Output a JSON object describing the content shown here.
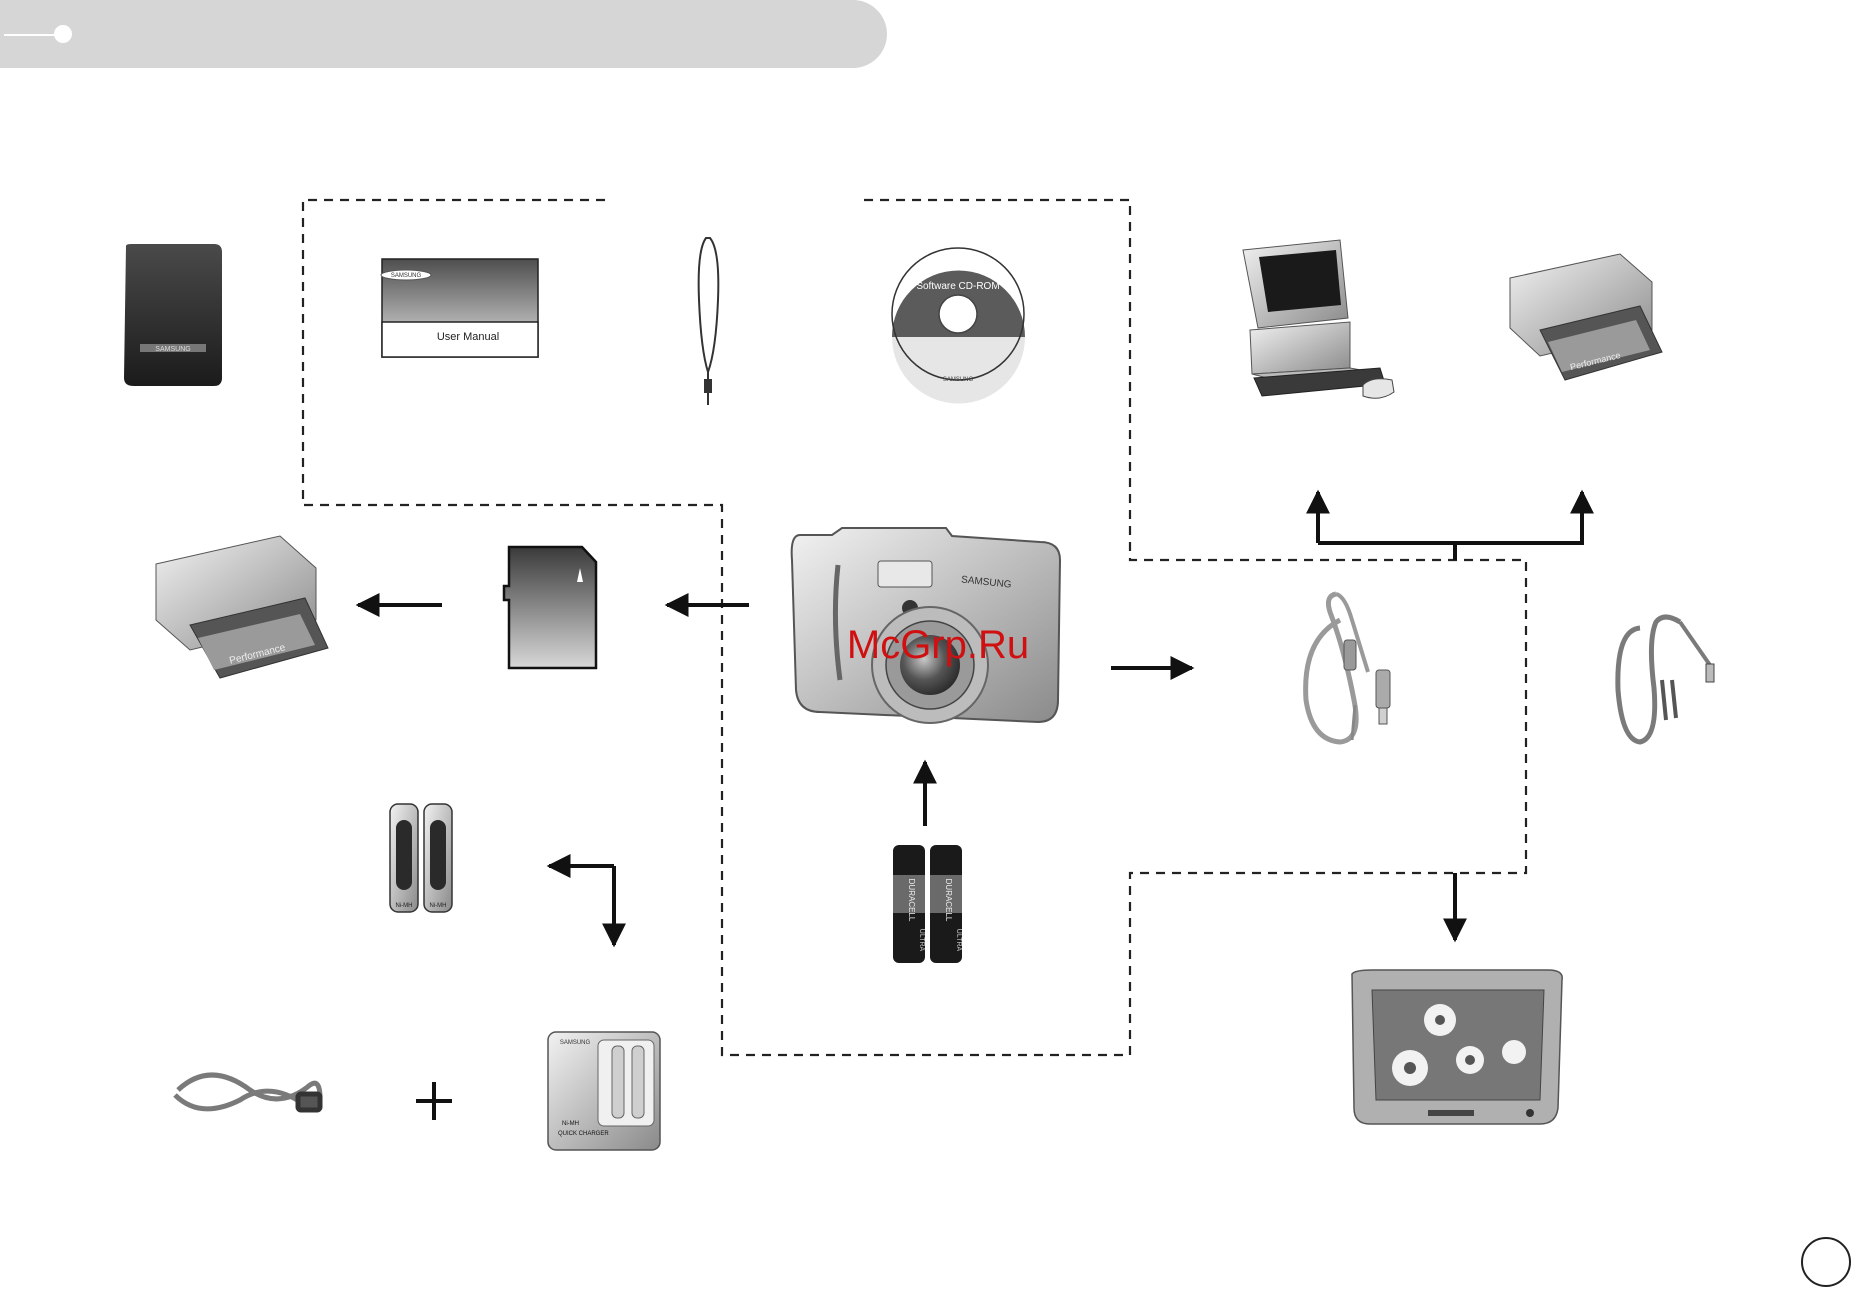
{
  "brand_text": "SAMSUNG",
  "manual_cover_label": "User Manual",
  "cd_label": "Software CD-ROM",
  "watermark": "McGrp.Ru",
  "battery_brand": "DURACELL",
  "battery_type": "ULTRA",
  "rechargeable_type": "Ni-MH",
  "charger_label": "QUICK CHARGER",
  "printout_text": "Performance",
  "colors": {
    "header_bar": "#d6d6d6",
    "watermark": "#d01010",
    "line": "#111111"
  },
  "icons": [
    "camera-case-icon",
    "user-manual-icon",
    "strap-icon",
    "software-cd-icon",
    "computer-icon",
    "printer-icon",
    "sd-card-icon",
    "digital-camera-icon",
    "usb-cable-icon",
    "av-cable-icon",
    "rechargeable-battery-icon",
    "alkaline-battery-icon",
    "ac-cord-icon",
    "battery-charger-icon",
    "television-icon"
  ]
}
